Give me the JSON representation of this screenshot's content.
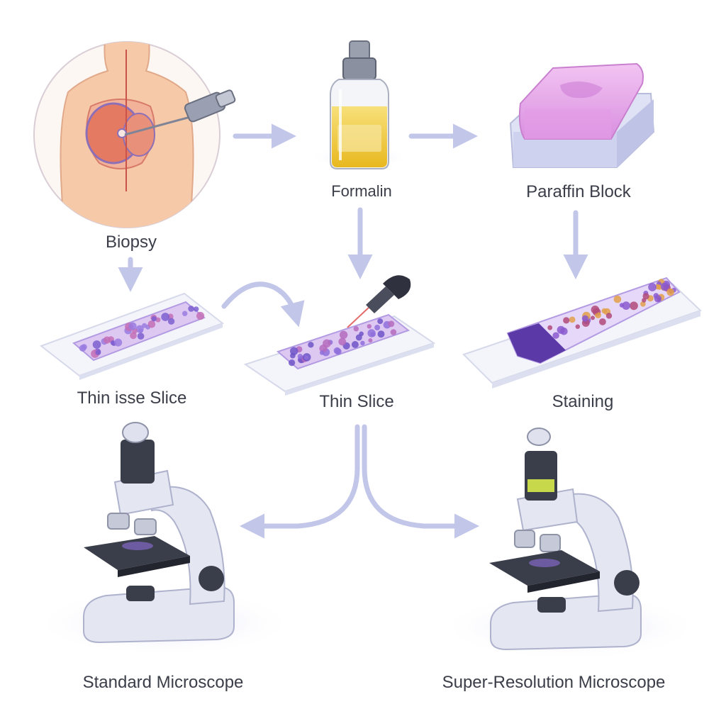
{
  "labels": {
    "biopsy": "Biopsy",
    "formalin": "Formalin",
    "paraffin_block": "Paraffin Block",
    "thin_tissue_slice": "Thin isse Slice",
    "thin_slice": "Thin Slice",
    "staining": "Staining",
    "standard_microscope": "Standard Microscope",
    "super_resolution_microscope": "Super-Resolution Microscope"
  },
  "colors": {
    "arrow": "#c2c6e8",
    "skin": "#f6c9a8",
    "tissue": "#e07a6a",
    "formalin_liquid": "#f1cf3e",
    "paraffin": "#e7a4ea",
    "slide": "#f4f5fa",
    "cells": "#9a7be0",
    "stain": "#5b3aa8",
    "microscope_body": "#e4e6f2",
    "microscope_dark": "#3a3d4a",
    "shadow": "#e5e7f7"
  },
  "icons": [
    "torso-biopsy-icon",
    "formalin-bottle-icon",
    "paraffin-block-icon",
    "tissue-slide-icon",
    "dropper-slide-icon",
    "stained-slide-icon",
    "standard-microscope-icon",
    "super-resolution-microscope-icon"
  ]
}
